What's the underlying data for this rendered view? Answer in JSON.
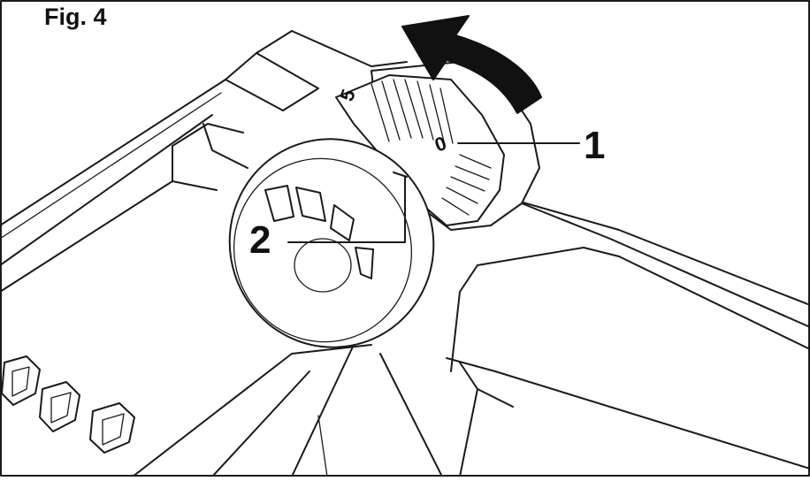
{
  "figure": {
    "title": "Fig. 4",
    "callouts": [
      {
        "id": "1",
        "label": "1"
      },
      {
        "id": "2",
        "label": "2"
      }
    ],
    "dial_scale": {
      "mark_0": "0",
      "mark_5": "5"
    }
  }
}
